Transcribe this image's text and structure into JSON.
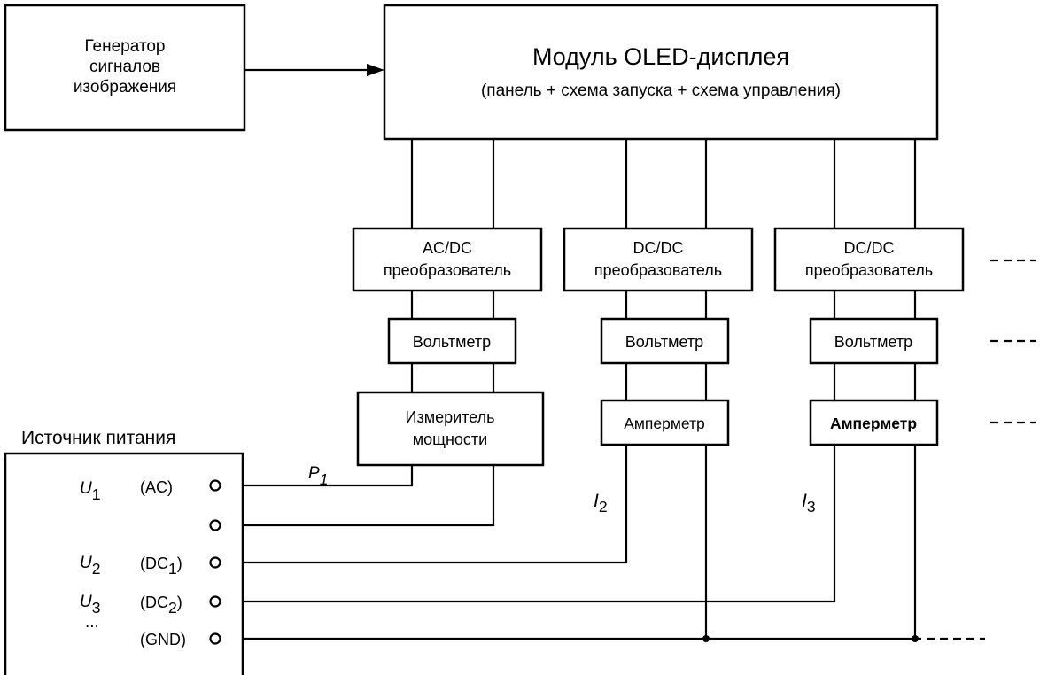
{
  "generator": {
    "line1": "Генератор",
    "line2": "сигналов",
    "line3": "изображения"
  },
  "display_module": {
    "title": "Модуль OLED-дисплея",
    "subtitle": "(панель + схема запуска + схема управления)"
  },
  "converters": [
    {
      "line1": "AC/DC",
      "line2": "преобразователь"
    },
    {
      "line1": "DC/DC",
      "line2": "преобразователь"
    },
    {
      "line1": "DC/DC",
      "line2": "преобразователь"
    }
  ],
  "voltmeters": [
    "Вольтметр",
    "Вольтметр",
    "Вольтметр"
  ],
  "power_meter": {
    "line1": "Измеритель",
    "line2": "мощности"
  },
  "ammeters": [
    "Амперметр",
    "Амперметр"
  ],
  "power_source": {
    "title": "Источник питания",
    "rows": [
      {
        "var": "U",
        "sub": "1",
        "label": "(AC)",
        "label_sub": ""
      },
      {
        "var": "U",
        "sub": "2",
        "label": "(DC",
        "label_sub": "1"
      },
      {
        "var": "U",
        "sub": "3",
        "label": "(DC",
        "label_sub": "2"
      }
    ],
    "ellipsis": "...",
    "gnd_label": "(GND)"
  },
  "measurements": {
    "p1": {
      "var": "P",
      "sub": "1"
    },
    "i2": {
      "var": "I",
      "sub": "2"
    },
    "i3": {
      "var": "I",
      "sub": "3"
    }
  }
}
